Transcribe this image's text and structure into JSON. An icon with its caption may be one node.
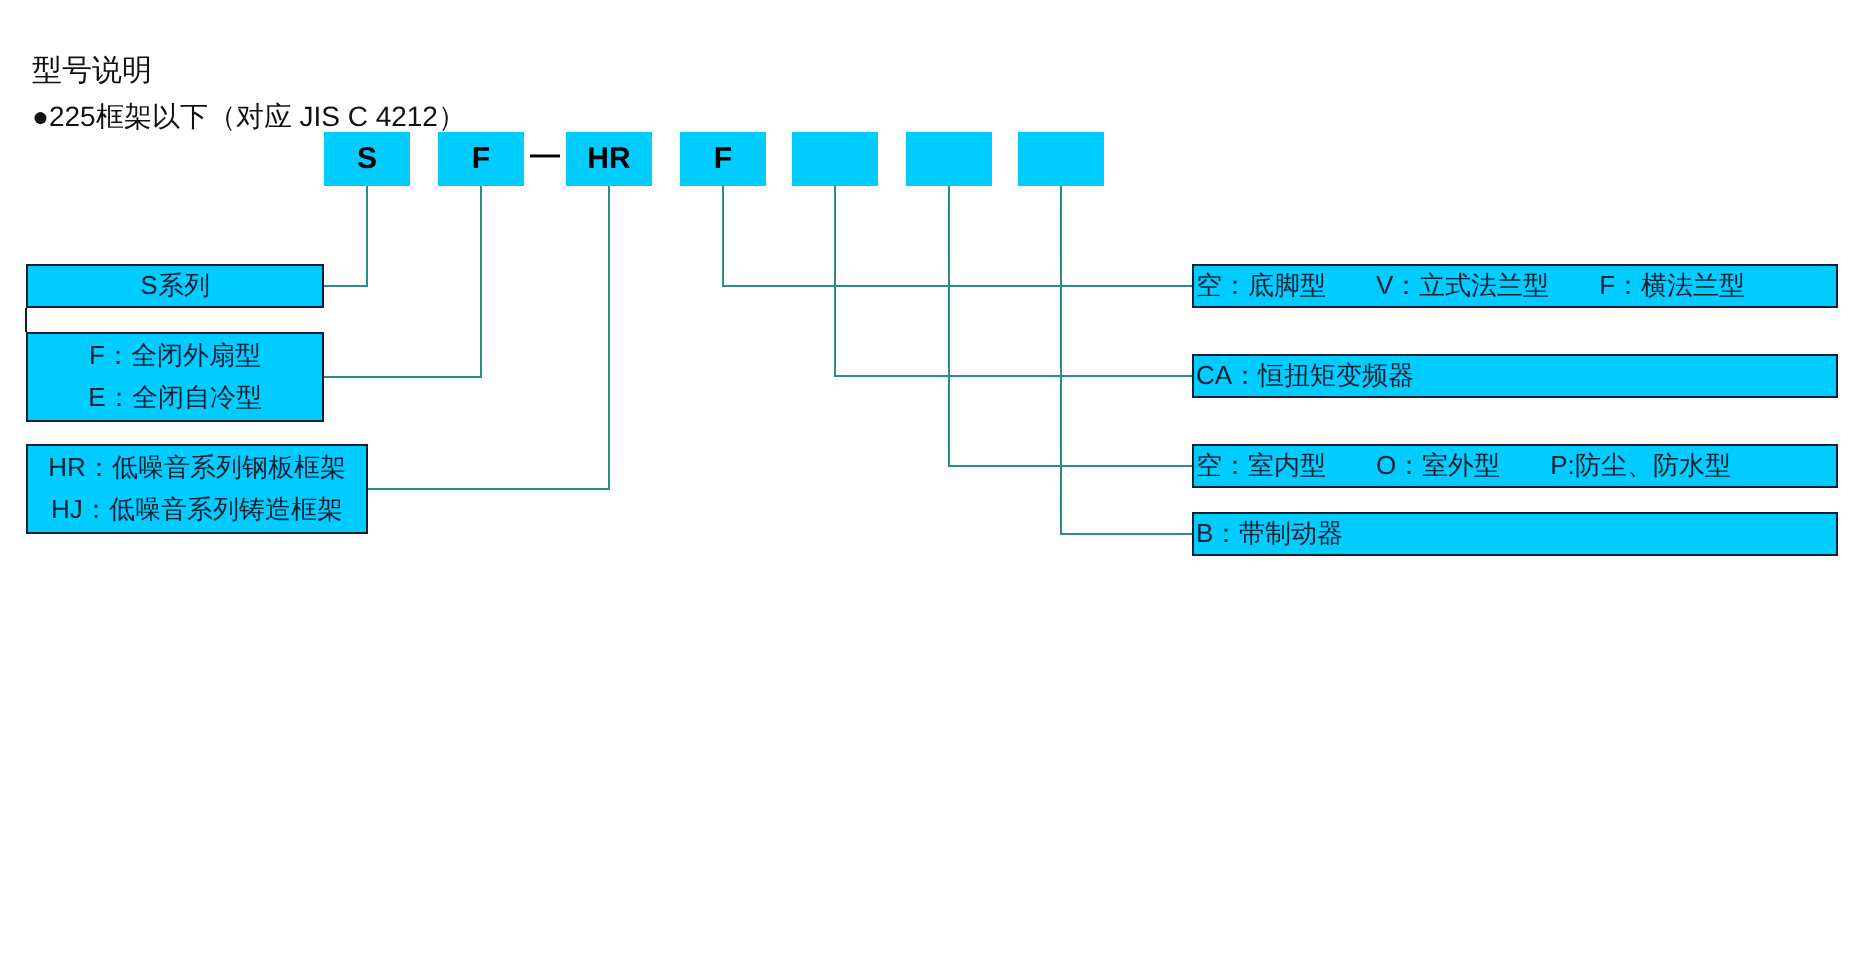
{
  "diagram": {
    "title": "型号说明",
    "nodes": [
      {
        "text": [
          "S"
        ]
      },
      {
        "text": [
          "F"
        ]
      },
      {
        "text": [
          "HR"
        ]
      },
      {
        "text": [
          "F"
        ]
      },
      {
        "text": [],
        "shape": "box"
      },
      {
        "text": [],
        "shape": "box"
      },
      {
        "text": [],
        "shape": "box"
      },
      {
        "text": [
          "S系列"
        ]
      },
      {
        "text": [
          "F：全闭外扇型",
          "E：全闭自冷型"
        ]
      },
      {
        "text": [
          "HR：低噪音系列钢板框架",
          "HJ：低噪音系列铸造框架"
        ]
      },
      {
        "text": [
          "空：底脚型",
          "V：立式法兰型",
          "F：横法兰型"
        ]
      },
      {
        "text": [
          "CA：恒扭矩变频器"
        ]
      },
      {
        "text": [
          "空：室内型",
          "O：室外型",
          "P:防尘、防水型"
        ]
      },
      {
        "text": [
          "B：带制动器"
        ]
      }
    ],
    "edges": [
      {
        "from": 0,
        "to": 7,
        "arrow": "none"
      },
      {
        "from": 1,
        "to": 8,
        "arrow": "none"
      },
      {
        "from": 2,
        "to": 9,
        "arrow": "none"
      },
      {
        "from": 3,
        "to": 10,
        "arrow": "none"
      },
      {
        "from": 4,
        "to": 11,
        "arrow": "none"
      },
      {
        "from": 5,
        "to": 12,
        "arrow": "none"
      },
      {
        "from": 6,
        "to": 13,
        "arrow": "none"
      },
      {
        "from": 7,
        "to": 8,
        "arrow": "none",
        "color": "#10202c"
      }
    ],
    "labels": [
      "●225框架以下（对应 JIS C 4212）",
      "—"
    ]
  }
}
